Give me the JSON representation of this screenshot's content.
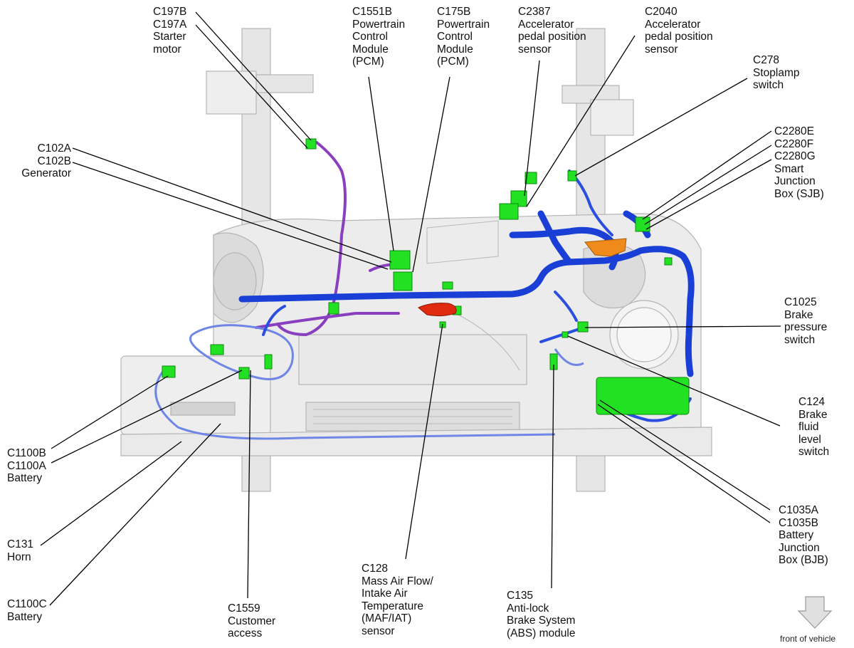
{
  "labels": {
    "c197": [
      "C197B",
      "C197A",
      "Starter",
      "motor"
    ],
    "c1551b": [
      "C1551B",
      "Powertrain",
      "Control",
      "Module",
      "(PCM)"
    ],
    "c175b": [
      "C175B",
      "Powertrain",
      "Control",
      "Module",
      "(PCM)"
    ],
    "c2387": [
      "C2387",
      "Accelerator",
      "pedal position",
      "sensor"
    ],
    "c2040": [
      "C2040",
      "Accelerator",
      "pedal position",
      "sensor"
    ],
    "c278": [
      "C278",
      "Stoplamp",
      "switch"
    ],
    "c102": [
      "C102A",
      "C102B",
      "Generator"
    ],
    "c2280": [
      "C2280E",
      "C2280F",
      "C2280G",
      "Smart",
      "Junction",
      "Box (SJB)"
    ],
    "c1025": [
      "C1025",
      "Brake",
      "pressure",
      "switch"
    ],
    "c124": [
      "C124",
      "Brake",
      "fluid",
      "level",
      "switch"
    ],
    "c1100ab": [
      "C1100B",
      "C1100A",
      "Battery"
    ],
    "c131": [
      "C131",
      "Horn"
    ],
    "c1100c": [
      "C1100C",
      "Battery"
    ],
    "c1559": [
      "C1559",
      "Customer",
      "access"
    ],
    "c128": [
      "C128",
      "Mass Air Flow/",
      "Intake Air",
      "Temperature",
      "(MAF/IAT)",
      "sensor"
    ],
    "c135": [
      "C135",
      "Anti-lock",
      "Brake System",
      "(ABS) module"
    ],
    "c1035": [
      "C1035A",
      "C1035B",
      "Battery",
      "Junction",
      "Box (BJB)"
    ]
  },
  "footer": "front of vehicle",
  "colors": {
    "harness_blue": "#1a3fd6",
    "harness_purple": "#8a3fc0",
    "connector_green": "#22e022",
    "maf_red": "#e02a10",
    "sjb_orange": "#f08a1a",
    "frame_gray": "#d8d8d8"
  }
}
